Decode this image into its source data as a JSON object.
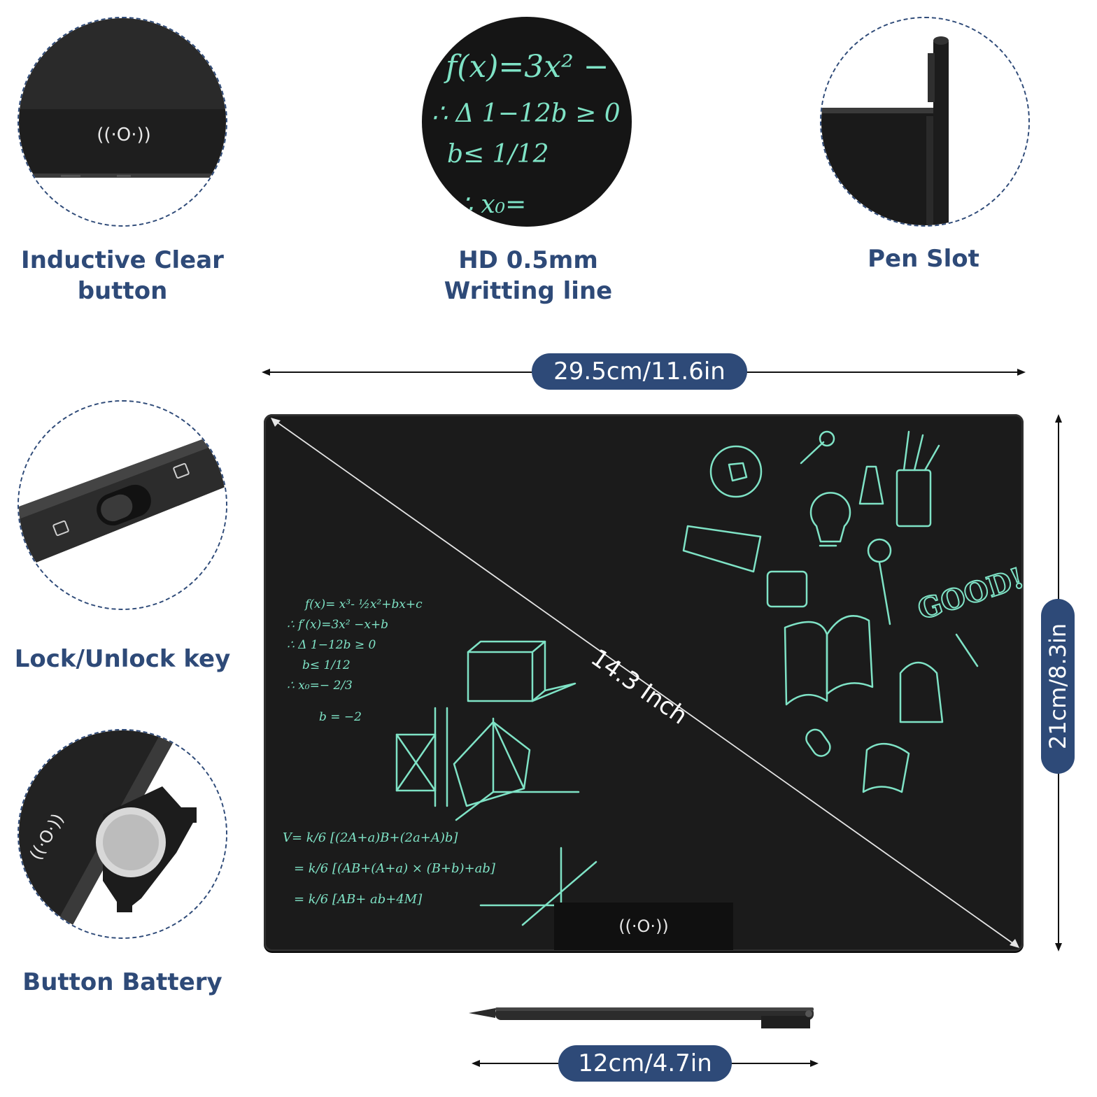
{
  "features": {
    "clear_button": {
      "label_line1": "Inductive Clear",
      "label_line2": "button"
    },
    "writing_line": {
      "label_line1": "HD 0.5mm",
      "label_line2": "Writting line"
    },
    "pen_slot": {
      "label": "Pen Slot"
    },
    "lock_key": {
      "label": "Lock/Unlock key"
    },
    "battery": {
      "label": "Button Battery"
    }
  },
  "dimensions": {
    "width": "29.5cm/11.6in",
    "height": "21cm/8.3in",
    "diagonal": "14.3 Inch",
    "pen_length": "12cm/4.7in"
  },
  "board": {
    "clear_icon": "((·O·))",
    "math_lines": [
      "f(x)= x³- ½x²+bx+c",
      "∴ f′(x)=3x² −x+b",
      "∴ Δ 1−12b ≥ 0",
      "b≤ 1/12",
      "∴ x₀=− 2/3",
      "b = −2"
    ],
    "volume_lines": [
      "V= k/6 [(2A+a)B+(2a+A)b]",
      "= k/6 [(AB+(A+a) × (B+b)+ab]",
      "= k/6 [AB+ ab+4M]"
    ],
    "good_text": "GOOD!"
  },
  "zoom": {
    "f_line": "f(x)=3x² −",
    "delta_line": "∴ Δ 1−12b ≥ 0",
    "b_line": "b≤ 1/12",
    "x_line": "∴ x₀="
  },
  "colors": {
    "brand": "#2e4a78",
    "screen": "#1b1b1b",
    "ink": "#7fe3c6"
  },
  "icons": {
    "clear": "inductive-clear-icon",
    "lock": "lock-icon",
    "unlock": "unlock-icon"
  }
}
